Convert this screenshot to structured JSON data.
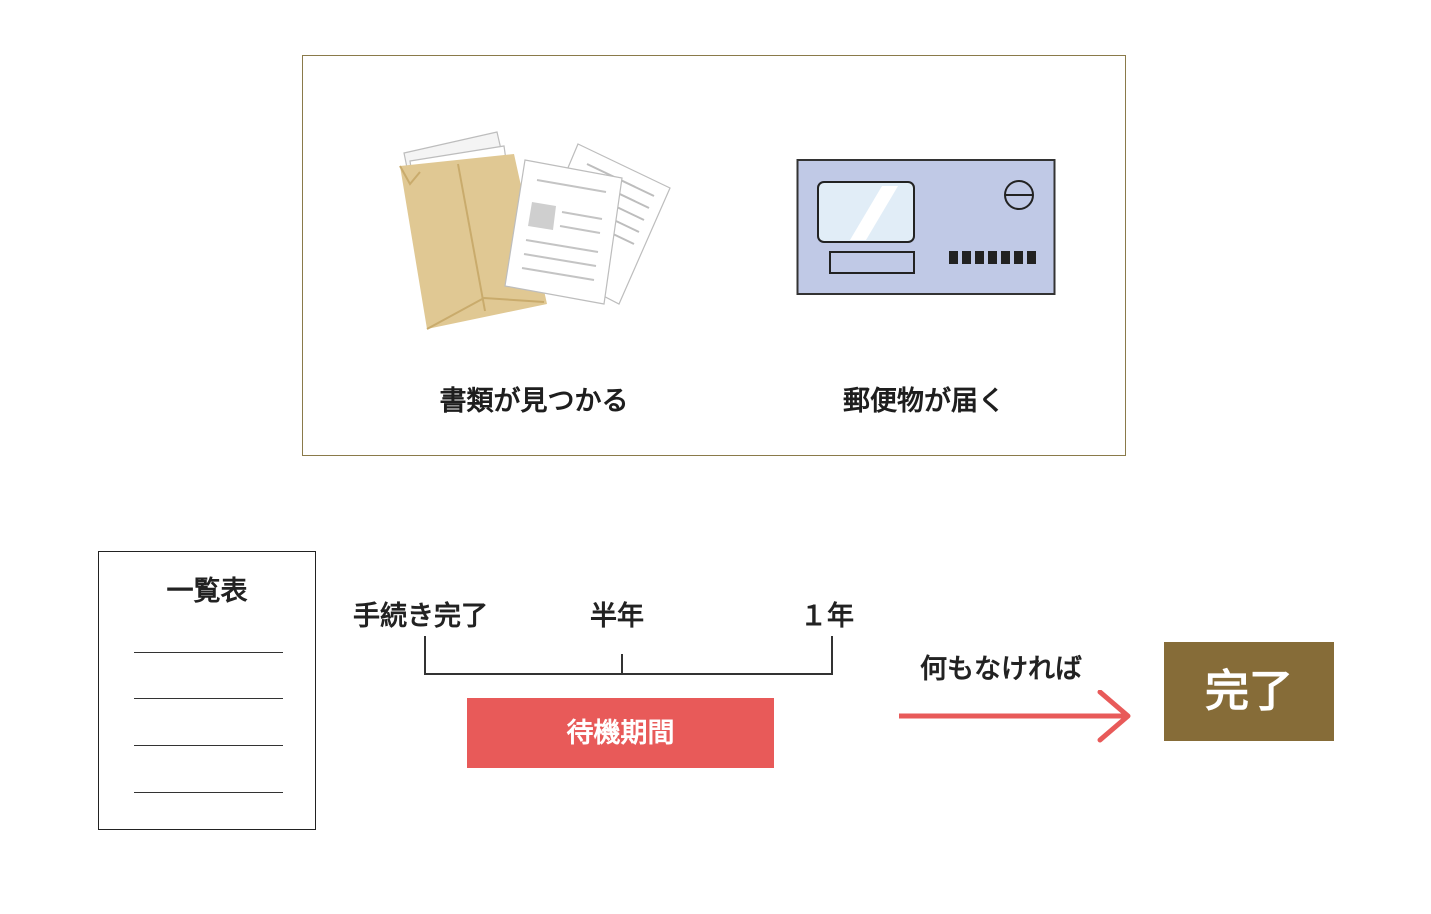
{
  "top_panel": {
    "documents_caption": "書類が見つかる",
    "mail_caption": "郵便物が届く"
  },
  "list_document": {
    "title": "一覧表"
  },
  "timeline": {
    "start_label": "手続き完了",
    "half_year_label": "半年",
    "one_year_label": "１年",
    "waiting_label": "待機期間"
  },
  "flow": {
    "condition_label": "何もなければ",
    "result_label": "完了"
  },
  "colors": {
    "frame": "#8a7a4a",
    "waiting": "#e85a59",
    "arrow": "#e85a59",
    "done": "#866c38",
    "envelope": "#e0c893",
    "postcard": "#c0c9e6"
  }
}
